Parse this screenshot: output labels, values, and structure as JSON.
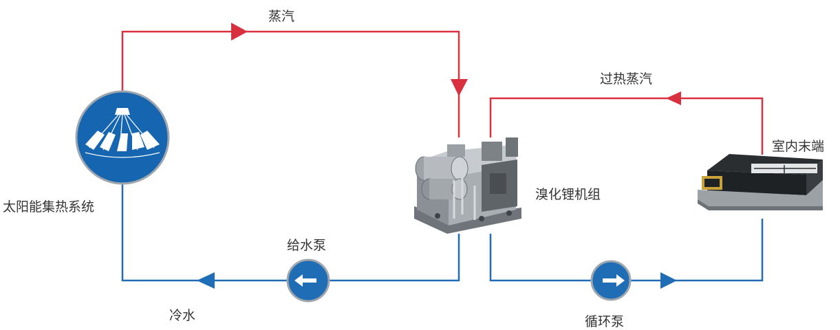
{
  "labels": {
    "steam": "蒸汽",
    "superheated_steam": "过热蒸汽",
    "indoor_terminal": "室内末端",
    "chiller": "溴化锂机组",
    "solar_system": "太阳能集热系统",
    "feed_pump": "给水泵",
    "cold_water": "冷水",
    "circulation_pump": "循环泵"
  },
  "colors": {
    "hot_line": "#d9303f",
    "cold_line": "#1f6db5",
    "pump_fill": "#1f6db5",
    "pump_ring": "#9aa0a6",
    "solar_fill": "#1565b0",
    "text": "#333333"
  },
  "icons": {
    "solar": "solar-collector-icon",
    "pump": "pump-icon",
    "chiller": "absorption-chiller-icon",
    "indoor": "fan-coil-unit-icon"
  }
}
